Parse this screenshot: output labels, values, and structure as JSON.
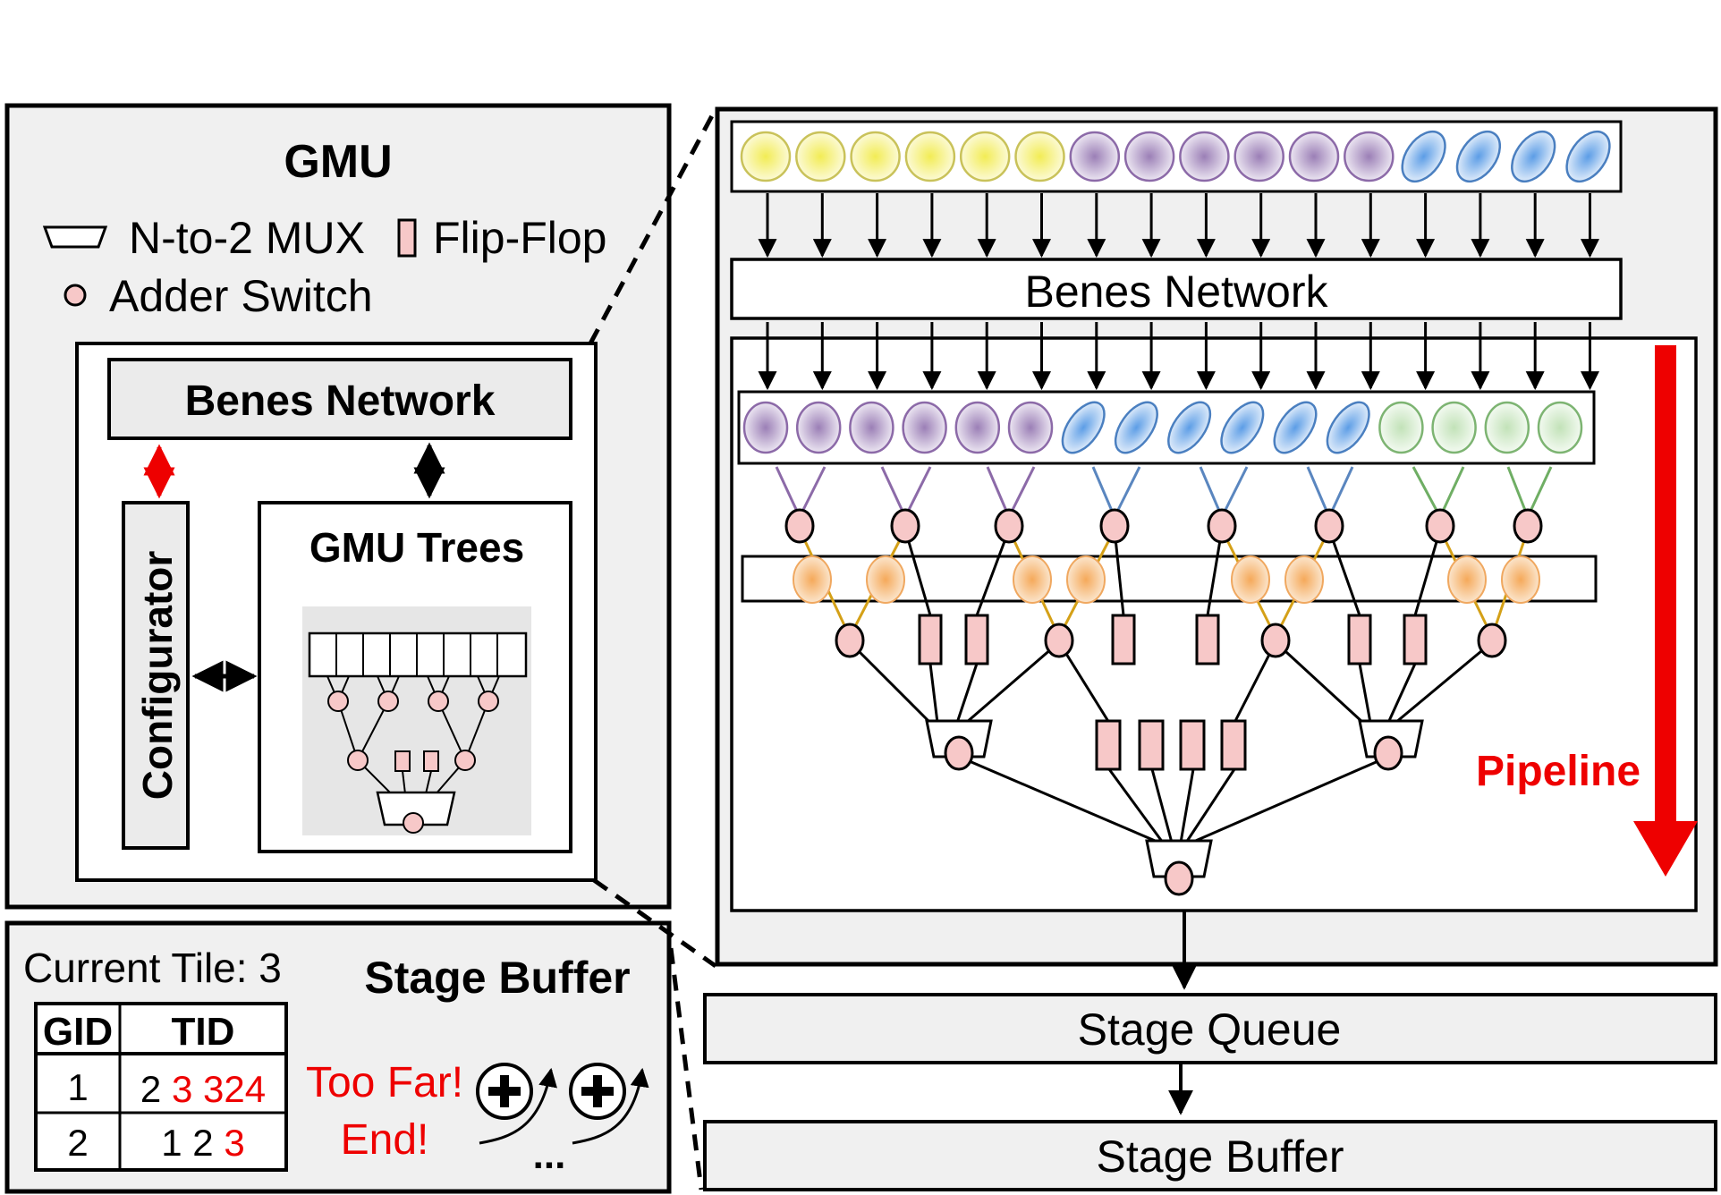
{
  "gmu_panel": {
    "title": "GMU",
    "legend": {
      "mux": "N-to-2 MUX",
      "flipflop": "Flip-Flop",
      "adder": "Adder Switch"
    },
    "benes": "Benes Network",
    "configurator": "Configurator",
    "trees": "GMU Trees"
  },
  "stage_panel": {
    "current_tile": "Current Tile: 3",
    "title": "Stage Buffer",
    "table": {
      "headers": [
        "GID",
        "TID"
      ],
      "rows": [
        {
          "gid": "1",
          "tid": [
            {
              "t": "2 ",
              "red": false
            },
            {
              "t": "3 324",
              "red": true
            }
          ]
        },
        {
          "gid": "2",
          "tid": [
            {
              "t": "1 2 ",
              "red": false
            },
            {
              "t": "3",
              "red": true
            }
          ]
        }
      ]
    },
    "too_far": "Too Far!",
    "end": "End!",
    "ellipsis": "..."
  },
  "detail": {
    "benes": "Benes Network",
    "pipeline": "Pipeline",
    "stage_queue": "Stage Queue",
    "stage_buffer": "Stage Buffer",
    "top_row": [
      "yellow",
      "yellow",
      "yellow",
      "yellow",
      "yellow",
      "yellow",
      "purple",
      "purple",
      "purple",
      "purple",
      "purple",
      "purple",
      "blue",
      "blue",
      "blue",
      "blue"
    ],
    "mid_row": [
      "purple",
      "purple",
      "purple",
      "purple",
      "purple",
      "purple",
      "blue",
      "blue",
      "blue",
      "blue",
      "blue",
      "blue",
      "green",
      "green",
      "green",
      "green"
    ]
  },
  "colors": {
    "red": "#ee0000",
    "yellow": "#f4ee7a",
    "purple": "#a58cbd",
    "blue": "#6ea5e0",
    "green": "#9fcf94",
    "orange": "#f5b878",
    "pink": "#f7c8c8",
    "panel_gray": "#f0f0f0",
    "trace_purple": "#8c6aa8",
    "trace_blue": "#5a86bf",
    "trace_green": "#6fae64",
    "trace_gold": "#d4a017"
  }
}
